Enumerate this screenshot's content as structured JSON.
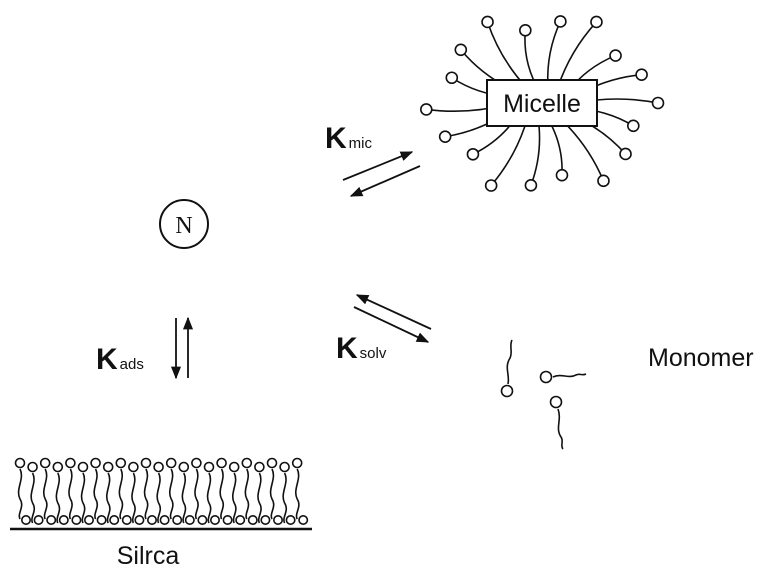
{
  "nucleus_label": "N",
  "micelle_label": "Micelle",
  "monomer_label": "Monomer",
  "silica_label": "Silrca",
  "k_mic": {
    "main": "K",
    "sub": "mic"
  },
  "k_solv": {
    "main": "K",
    "sub": "solv"
  },
  "k_ads": {
    "main": "K",
    "sub": "ads"
  },
  "colors": {
    "ink": "#111111",
    "background": "#ffffff"
  }
}
